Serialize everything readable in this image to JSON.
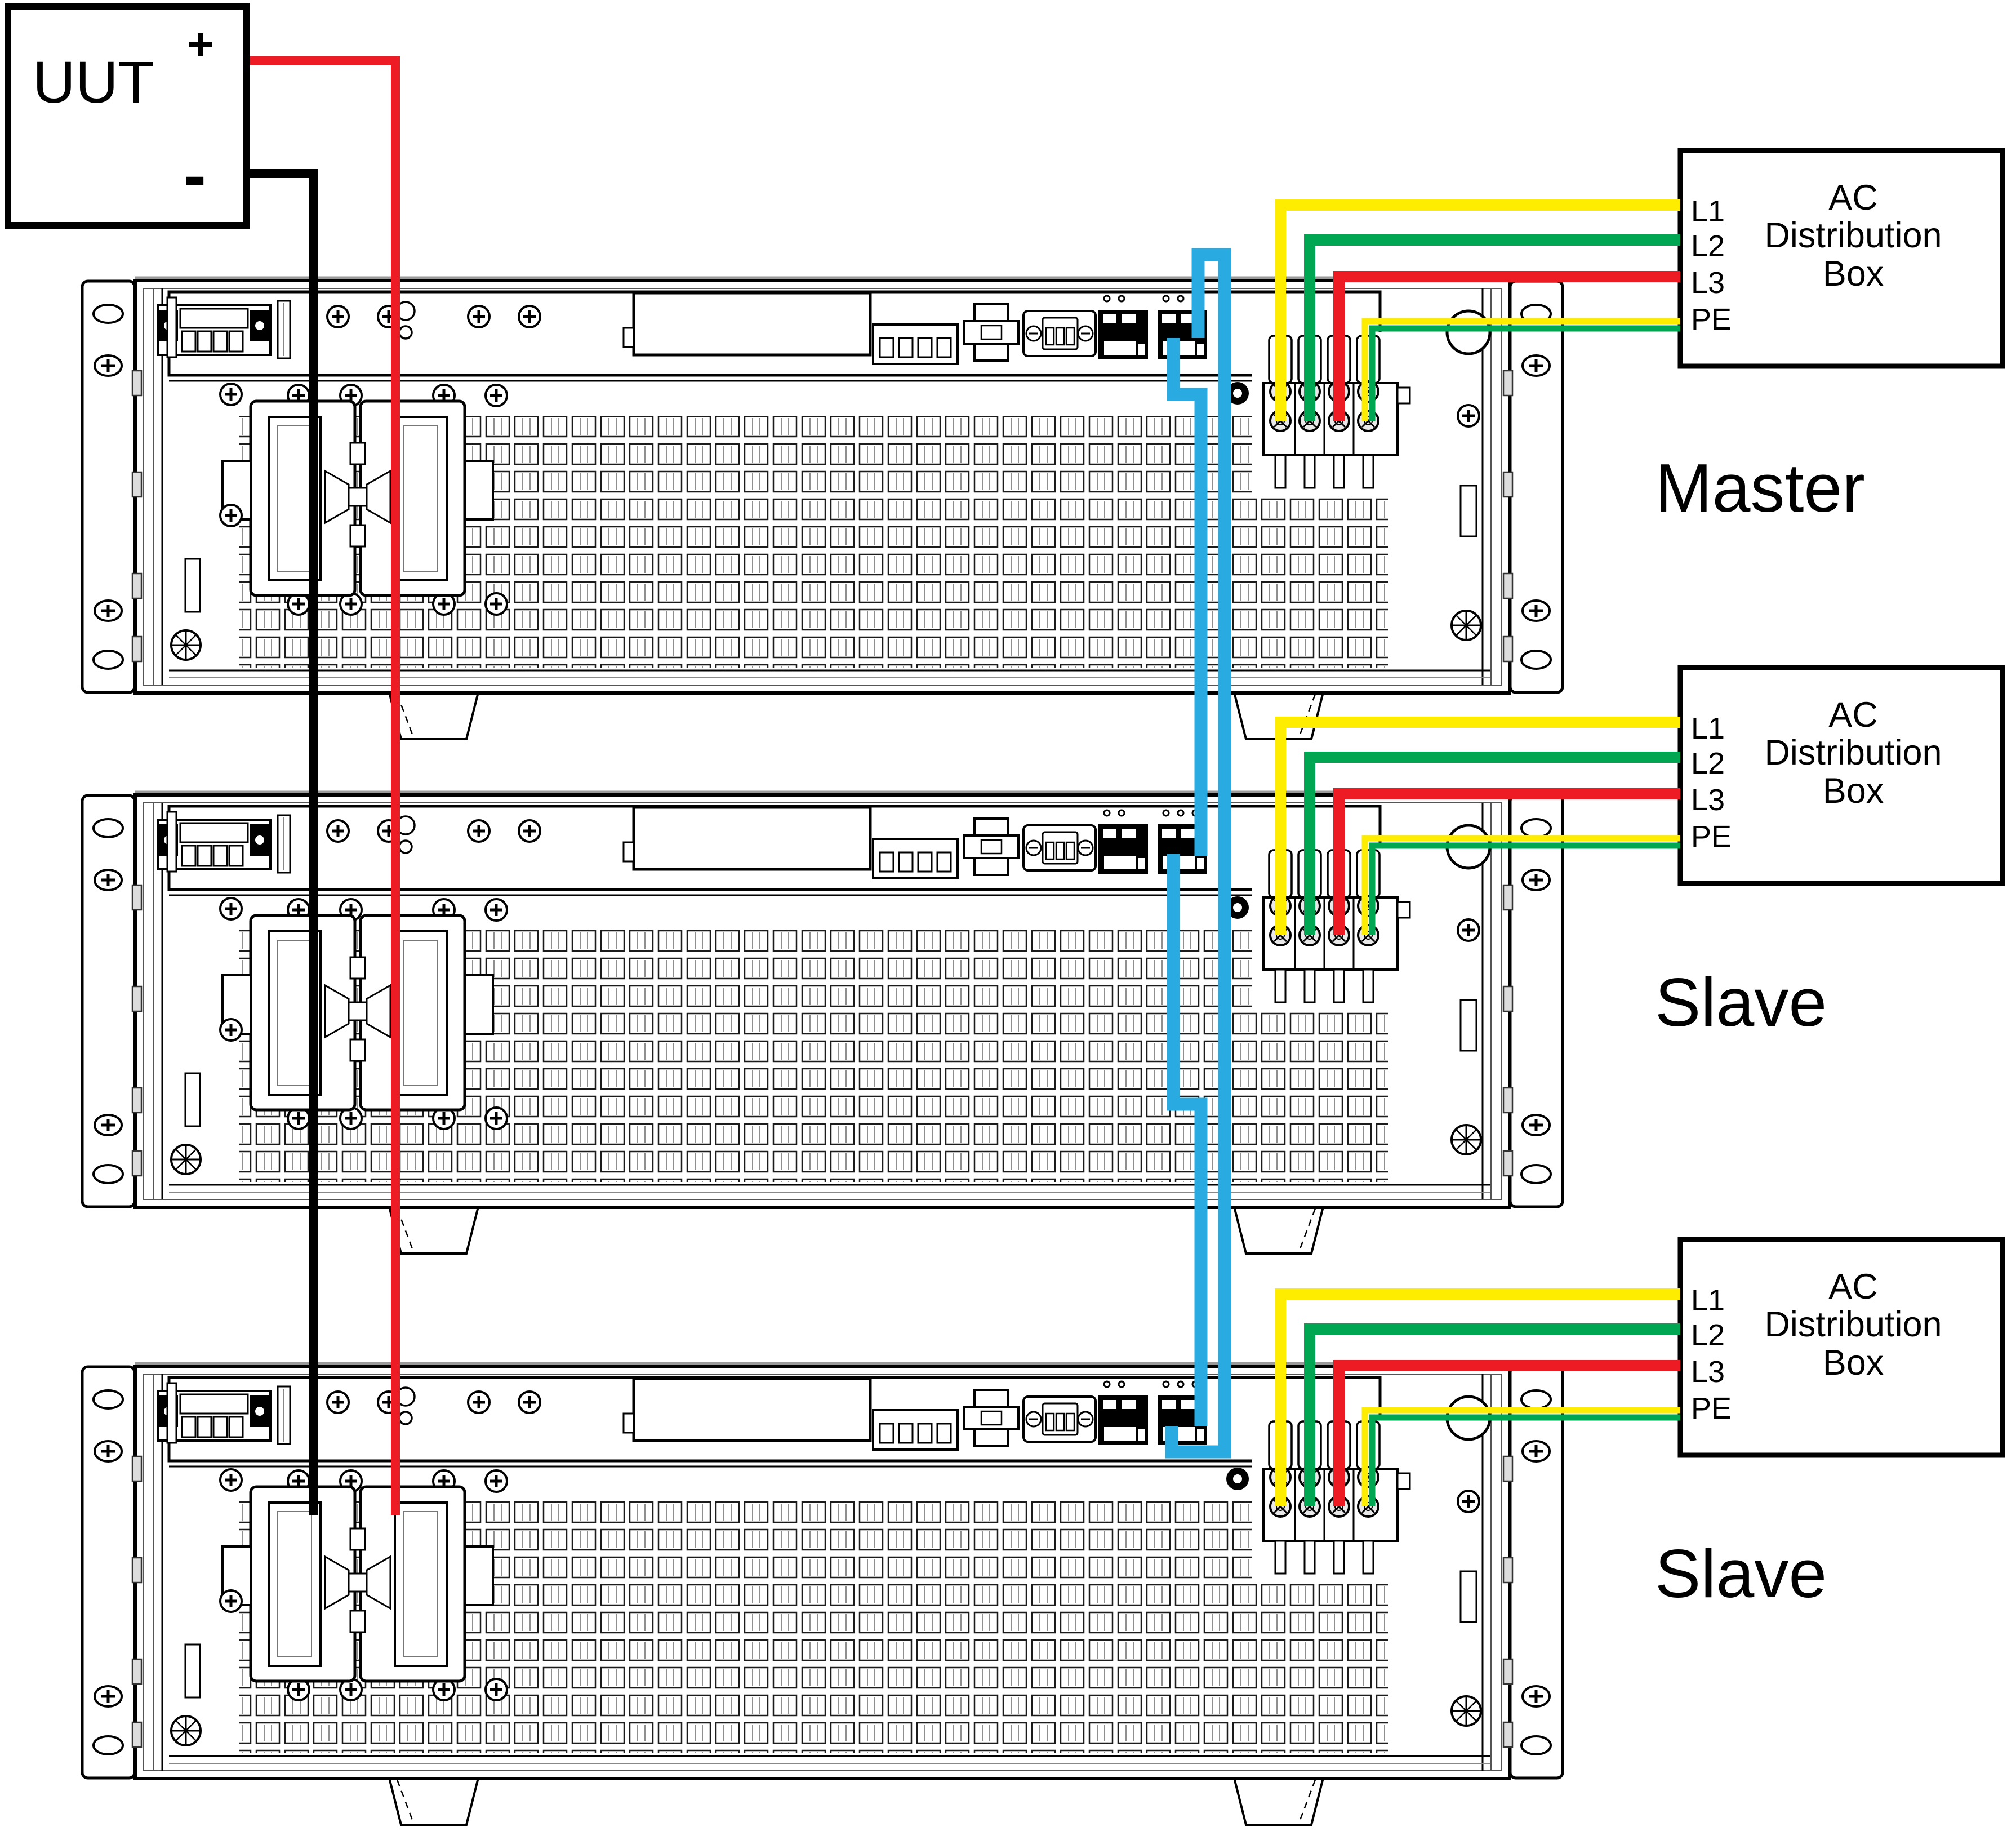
{
  "uut": {
    "label": "UUT",
    "plus_terminal": "+",
    "minus_terminal": "-"
  },
  "units": [
    {
      "label": "Master"
    },
    {
      "label": "Slave"
    },
    {
      "label": "Slave"
    }
  ],
  "ac_box": {
    "line1": "AC",
    "line2": "Distribution",
    "line3": "Box",
    "ports": [
      "L1",
      "L2",
      "L3",
      "PE"
    ]
  },
  "colors": {
    "l1": "#ffed00",
    "l2": "#00a651",
    "l3": "#ed1c24",
    "pe_yellow": "#ffed00",
    "pe_green": "#00a651",
    "share": "#29abe2",
    "positive": "#ed1c24",
    "negative": "#000000"
  }
}
